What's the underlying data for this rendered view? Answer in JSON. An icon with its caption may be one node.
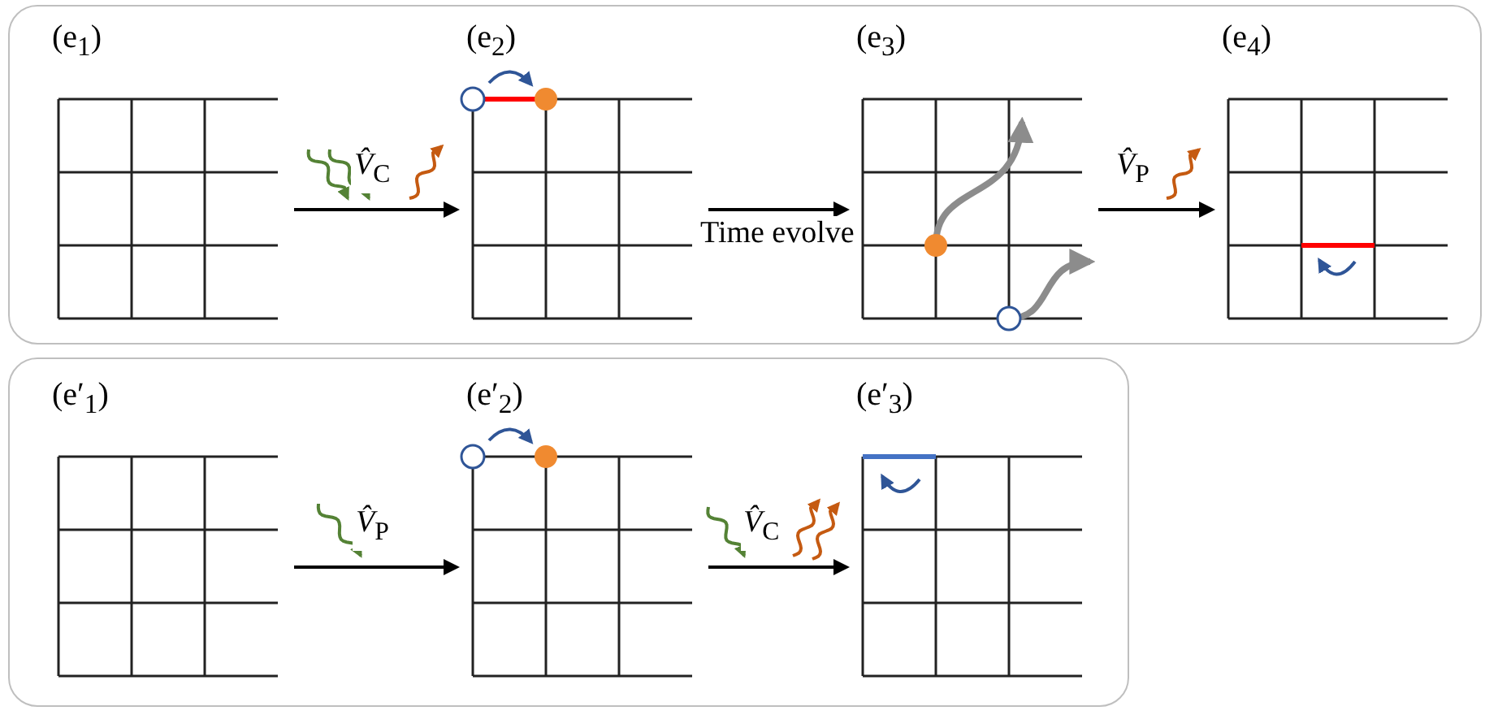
{
  "diagram": {
    "nodes": [
      {
        "text": [],
        "shape": "box"
      },
      {
        "text": [
          "(e$_{1}$)"
        ],
        "in": 0
      },
      {
        "text": [
          "(e$_{2}$)"
        ],
        "in": 0
      },
      {
        "text": [
          "(e$_{3}$)"
        ],
        "in": 0
      },
      {
        "text": [
          "(e$_{4}$)"
        ],
        "in": 0
      },
      {
        "text": [],
        "shape": "box"
      },
      {
        "text": [
          "(e′$_{1}$)"
        ],
        "in": 5
      },
      {
        "text": [
          "(e′$_{2}$)"
        ],
        "in": 5
      },
      {
        "text": [
          "(e′$_{3}$)"
        ],
        "in": 5
      }
    ],
    "edges": [
      {
        "from": 1,
        "to": 2,
        "arrow": "to",
        "label": "*V̂*$_{C}$"
      },
      {
        "from": 2,
        "to": 3,
        "arrow": "to",
        "label": "Time evolve"
      },
      {
        "from": 3,
        "to": 4,
        "arrow": "to",
        "label": "*V̂*$_{P}$"
      },
      {
        "from": 6,
        "to": 7,
        "arrow": "to",
        "label": "*V̂*$_{P}$"
      },
      {
        "from": 7,
        "to": 8,
        "arrow": "to",
        "label": "*V̂*$_{C}$"
      }
    ]
  }
}
